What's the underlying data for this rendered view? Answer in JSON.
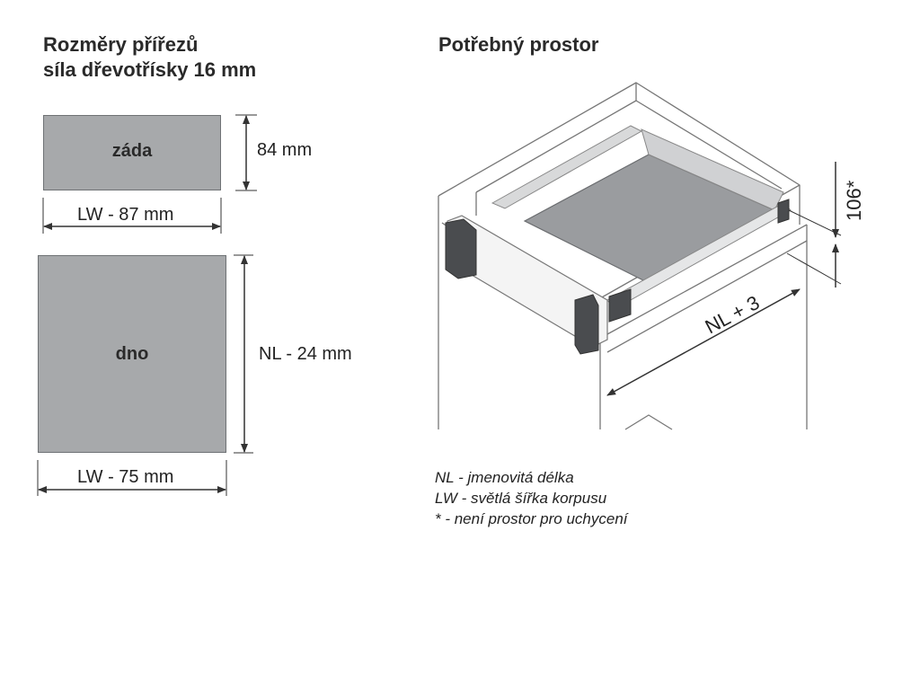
{
  "left_section": {
    "title_line1": "Rozměry přířezů",
    "title_line2": "síla dřevotřísky 16 mm"
  },
  "right_section": {
    "title": "Potřebný prostor"
  },
  "panels": {
    "back": {
      "label": "záda",
      "width_dim": "LW - 87 mm",
      "height_dim": "84 mm"
    },
    "bottom": {
      "label": "dno",
      "width_dim": "LW - 75 mm",
      "height_dim": "NL - 24 mm"
    }
  },
  "drawer_dims": {
    "depth": "NL + 3",
    "height": "106*"
  },
  "legend": [
    "NL - jmenovitá délka",
    "LW - světlá šířka korpusu",
    "* - není prostor pro uchycení"
  ],
  "colors": {
    "panel_fill": "#a7a9ab",
    "drawer_floor": "#9a9c9f",
    "clip_dark": "#4a4c4f",
    "line": "#333333"
  }
}
